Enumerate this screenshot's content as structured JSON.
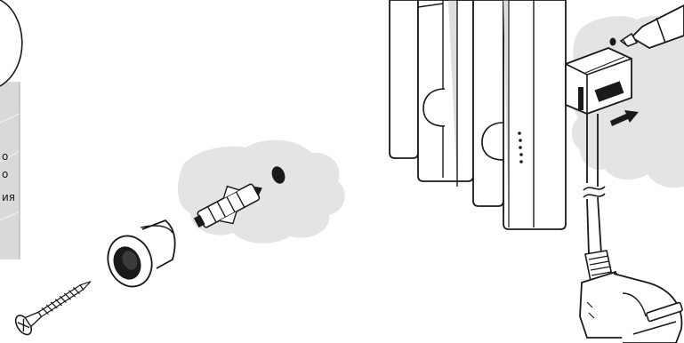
{
  "labels": {
    "line1": "о",
    "line2": "о",
    "line3": "ия"
  },
  "colors": {
    "ink": "#1a1a1a",
    "wall_patch": "#e4e4e4",
    "panel_grey": "#d9d9d9",
    "tint": "#dedede",
    "white": "#ffffff"
  },
  "icons": {
    "screw": "screw-icon",
    "wall-plug": "wall-plug-icon",
    "spacer-sleeve": "spacer-sleeve-icon",
    "radiator": "radiator-icon",
    "glue-tube": "glue-tube-icon",
    "power-plug": "power-plug-icon",
    "arrow": "arrow-icon"
  }
}
